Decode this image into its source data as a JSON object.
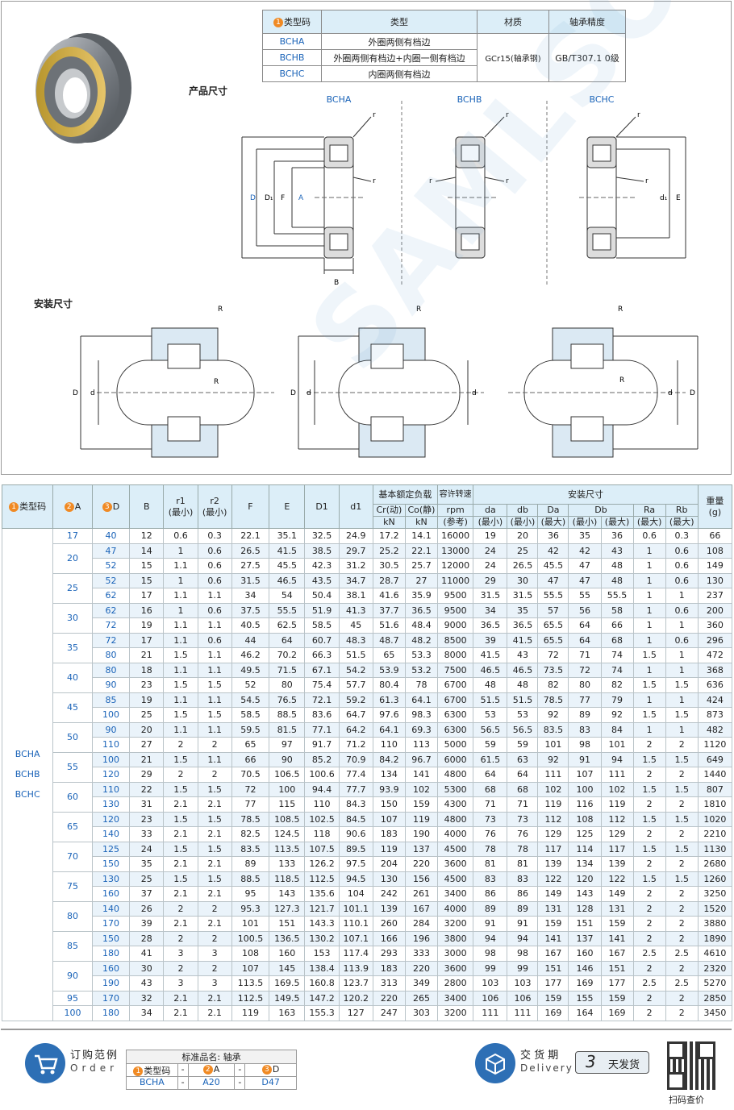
{
  "header_table": {
    "headers": [
      "类型码",
      "类型",
      "材质",
      "轴承精度"
    ],
    "badge": "1",
    "rows": [
      {
        "code": "BCHA",
        "type": "外圈两侧有档边"
      },
      {
        "code": "BCHB",
        "type": "外圈两侧有档边+内圈一侧有档边"
      },
      {
        "code": "BCHC",
        "type": "内圈两侧有档边"
      }
    ],
    "material": "GCr15(轴承钢)",
    "precision": "GB/T307.1 0级"
  },
  "sections": {
    "product_size": "产品尺寸",
    "install_size": "安装尺寸"
  },
  "diagram_labels": {
    "bcha": "BCHA",
    "bchb": "BCHB",
    "bchc": "BCHC"
  },
  "watermark": "SAMLSO",
  "table": {
    "h_type": "类型码",
    "h_A": "A",
    "h_D": "D",
    "h_B": "B",
    "h_r1": "r1",
    "h_r1_sub": "(最小)",
    "h_r2": "r2",
    "h_r2_sub": "(最小)",
    "h_F": "F",
    "h_E": "E",
    "h_D1": "D1",
    "h_d1": "d1",
    "h_load": "基本额定负载",
    "h_cr": "Cr(动)",
    "h_co": "Co(静)",
    "h_kn": "kN",
    "h_speed": "容许转速",
    "h_rpm": "rpm",
    "h_ref": "(参考)",
    "h_install": "安装尺寸",
    "h_da": "da",
    "h_db": "db",
    "h_Da": "Da",
    "h_Db": "Db",
    "h_Ra": "Ra",
    "h_Rb": "Rb",
    "h_min": "(最小)",
    "h_max": "(最大)",
    "h_weight": "重量",
    "h_g": "(g)",
    "type_codes": [
      "BCHA",
      "BCHB",
      "BCHC"
    ],
    "groups": [
      {
        "A": "17",
        "rows": [
          [
            "40",
            "12",
            "0.6",
            "0.3",
            "22.1",
            "35.1",
            "32.5",
            "24.9",
            "17.2",
            "14.1",
            "16000",
            "19",
            "20",
            "36",
            "35",
            "36",
            "0.6",
            "0.3",
            "66"
          ]
        ]
      },
      {
        "A": "20",
        "rows": [
          [
            "47",
            "14",
            "1",
            "0.6",
            "26.5",
            "41.5",
            "38.5",
            "29.7",
            "25.2",
            "22.1",
            "13000",
            "24",
            "25",
            "42",
            "42",
            "43",
            "1",
            "0.6",
            "108"
          ],
          [
            "52",
            "15",
            "1.1",
            "0.6",
            "27.5",
            "45.5",
            "42.3",
            "31.2",
            "30.5",
            "25.7",
            "12000",
            "24",
            "26.5",
            "45.5",
            "47",
            "48",
            "1",
            "0.6",
            "149"
          ]
        ]
      },
      {
        "A": "25",
        "rows": [
          [
            "52",
            "15",
            "1",
            "0.6",
            "31.5",
            "46.5",
            "43.5",
            "34.7",
            "28.7",
            "27",
            "11000",
            "29",
            "30",
            "47",
            "47",
            "48",
            "1",
            "0.6",
            "130"
          ],
          [
            "62",
            "17",
            "1.1",
            "1.1",
            "34",
            "54",
            "50.4",
            "38.1",
            "41.6",
            "35.9",
            "9500",
            "31.5",
            "31.5",
            "55.5",
            "55",
            "55.5",
            "1",
            "1",
            "237"
          ]
        ]
      },
      {
        "A": "30",
        "rows": [
          [
            "62",
            "16",
            "1",
            "0.6",
            "37.5",
            "55.5",
            "51.9",
            "41.3",
            "37.7",
            "36.5",
            "9500",
            "34",
            "35",
            "57",
            "56",
            "58",
            "1",
            "0.6",
            "200"
          ],
          [
            "72",
            "19",
            "1.1",
            "1.1",
            "40.5",
            "62.5",
            "58.5",
            "45",
            "51.6",
            "48.4",
            "9000",
            "36.5",
            "36.5",
            "65.5",
            "64",
            "66",
            "1",
            "1",
            "360"
          ]
        ]
      },
      {
        "A": "35",
        "rows": [
          [
            "72",
            "17",
            "1.1",
            "0.6",
            "44",
            "64",
            "60.7",
            "48.3",
            "48.7",
            "48.2",
            "8500",
            "39",
            "41.5",
            "65.5",
            "64",
            "68",
            "1",
            "0.6",
            "296"
          ],
          [
            "80",
            "21",
            "1.5",
            "1.1",
            "46.2",
            "70.2",
            "66.3",
            "51.5",
            "65",
            "53.3",
            "8000",
            "41.5",
            "43",
            "72",
            "71",
            "74",
            "1.5",
            "1",
            "472"
          ]
        ]
      },
      {
        "A": "40",
        "rows": [
          [
            "80",
            "18",
            "1.1",
            "1.1",
            "49.5",
            "71.5",
            "67.1",
            "54.2",
            "53.9",
            "53.2",
            "7500",
            "46.5",
            "46.5",
            "73.5",
            "72",
            "74",
            "1",
            "1",
            "368"
          ],
          [
            "90",
            "23",
            "1.5",
            "1.5",
            "52",
            "80",
            "75.4",
            "57.7",
            "80.4",
            "78",
            "6700",
            "48",
            "48",
            "82",
            "80",
            "82",
            "1.5",
            "1.5",
            "636"
          ]
        ]
      },
      {
        "A": "45",
        "rows": [
          [
            "85",
            "19",
            "1.1",
            "1.1",
            "54.5",
            "76.5",
            "72.1",
            "59.2",
            "61.3",
            "64.1",
            "6700",
            "51.5",
            "51.5",
            "78.5",
            "77",
            "79",
            "1",
            "1",
            "424"
          ],
          [
            "100",
            "25",
            "1.5",
            "1.5",
            "58.5",
            "88.5",
            "83.6",
            "64.7",
            "97.6",
            "98.3",
            "6300",
            "53",
            "53",
            "92",
            "89",
            "92",
            "1.5",
            "1.5",
            "873"
          ]
        ]
      },
      {
        "A": "50",
        "rows": [
          [
            "90",
            "20",
            "1.1",
            "1.1",
            "59.5",
            "81.5",
            "77.1",
            "64.2",
            "64.1",
            "69.3",
            "6300",
            "56.5",
            "56.5",
            "83.5",
            "83",
            "84",
            "1",
            "1",
            "482"
          ],
          [
            "110",
            "27",
            "2",
            "2",
            "65",
            "97",
            "91.7",
            "71.2",
            "110",
            "113",
            "5000",
            "59",
            "59",
            "101",
            "98",
            "101",
            "2",
            "2",
            "1120"
          ]
        ]
      },
      {
        "A": "55",
        "rows": [
          [
            "100",
            "21",
            "1.5",
            "1.1",
            "66",
            "90",
            "85.2",
            "70.9",
            "84.2",
            "96.7",
            "6000",
            "61.5",
            "63",
            "92",
            "91",
            "94",
            "1.5",
            "1.5",
            "649"
          ],
          [
            "120",
            "29",
            "2",
            "2",
            "70.5",
            "106.5",
            "100.6",
            "77.4",
            "134",
            "141",
            "4800",
            "64",
            "64",
            "111",
            "107",
            "111",
            "2",
            "2",
            "1440"
          ]
        ]
      },
      {
        "A": "60",
        "rows": [
          [
            "110",
            "22",
            "1.5",
            "1.5",
            "72",
            "100",
            "94.4",
            "77.7",
            "93.9",
            "102",
            "5300",
            "68",
            "68",
            "102",
            "100",
            "102",
            "1.5",
            "1.5",
            "807"
          ],
          [
            "130",
            "31",
            "2.1",
            "2.1",
            "77",
            "115",
            "110",
            "84.3",
            "150",
            "159",
            "4300",
            "71",
            "71",
            "119",
            "116",
            "119",
            "2",
            "2",
            "1810"
          ]
        ]
      },
      {
        "A": "65",
        "rows": [
          [
            "120",
            "23",
            "1.5",
            "1.5",
            "78.5",
            "108.5",
            "102.5",
            "84.5",
            "107",
            "119",
            "4800",
            "73",
            "73",
            "112",
            "108",
            "112",
            "1.5",
            "1.5",
            "1020"
          ],
          [
            "140",
            "33",
            "2.1",
            "2.1",
            "82.5",
            "124.5",
            "118",
            "90.6",
            "183",
            "190",
            "4000",
            "76",
            "76",
            "129",
            "125",
            "129",
            "2",
            "2",
            "2210"
          ]
        ]
      },
      {
        "A": "70",
        "rows": [
          [
            "125",
            "24",
            "1.5",
            "1.5",
            "83.5",
            "113.5",
            "107.5",
            "89.5",
            "119",
            "137",
            "4500",
            "78",
            "78",
            "117",
            "114",
            "117",
            "1.5",
            "1.5",
            "1130"
          ],
          [
            "150",
            "35",
            "2.1",
            "2.1",
            "89",
            "133",
            "126.2",
            "97.5",
            "204",
            "220",
            "3600",
            "81",
            "81",
            "139",
            "134",
            "139",
            "2",
            "2",
            "2680"
          ]
        ]
      },
      {
        "A": "75",
        "rows": [
          [
            "130",
            "25",
            "1.5",
            "1.5",
            "88.5",
            "118.5",
            "112.5",
            "94.5",
            "130",
            "156",
            "4500",
            "83",
            "83",
            "122",
            "120",
            "122",
            "1.5",
            "1.5",
            "1260"
          ],
          [
            "160",
            "37",
            "2.1",
            "2.1",
            "95",
            "143",
            "135.6",
            "104",
            "242",
            "261",
            "3400",
            "86",
            "86",
            "149",
            "143",
            "149",
            "2",
            "2",
            "3250"
          ]
        ]
      },
      {
        "A": "80",
        "rows": [
          [
            "140",
            "26",
            "2",
            "2",
            "95.3",
            "127.3",
            "121.7",
            "101.1",
            "139",
            "167",
            "4000",
            "89",
            "89",
            "131",
            "128",
            "131",
            "2",
            "2",
            "1520"
          ],
          [
            "170",
            "39",
            "2.1",
            "2.1",
            "101",
            "151",
            "143.3",
            "110.1",
            "260",
            "284",
            "3200",
            "91",
            "91",
            "159",
            "151",
            "159",
            "2",
            "2",
            "3880"
          ]
        ]
      },
      {
        "A": "85",
        "rows": [
          [
            "150",
            "28",
            "2",
            "2",
            "100.5",
            "136.5",
            "130.2",
            "107.1",
            "166",
            "196",
            "3800",
            "94",
            "94",
            "141",
            "137",
            "141",
            "2",
            "2",
            "1890"
          ],
          [
            "180",
            "41",
            "3",
            "3",
            "108",
            "160",
            "153",
            "117.4",
            "293",
            "333",
            "3000",
            "98",
            "98",
            "167",
            "160",
            "167",
            "2.5",
            "2.5",
            "4610"
          ]
        ]
      },
      {
        "A": "90",
        "rows": [
          [
            "160",
            "30",
            "2",
            "2",
            "107",
            "145",
            "138.4",
            "113.9",
            "183",
            "220",
            "3600",
            "99",
            "99",
            "151",
            "146",
            "151",
            "2",
            "2",
            "2320"
          ],
          [
            "190",
            "43",
            "3",
            "3",
            "113.5",
            "169.5",
            "160.8",
            "123.7",
            "313",
            "349",
            "2800",
            "103",
            "103",
            "177",
            "169",
            "177",
            "2.5",
            "2.5",
            "5270"
          ]
        ]
      },
      {
        "A": "95",
        "rows": [
          [
            "170",
            "32",
            "2.1",
            "2.1",
            "112.5",
            "149.5",
            "147.2",
            "120.2",
            "220",
            "265",
            "3400",
            "106",
            "106",
            "159",
            "155",
            "159",
            "2",
            "2",
            "2850"
          ]
        ]
      },
      {
        "A": "100",
        "rows": [
          [
            "180",
            "34",
            "2.1",
            "2.1",
            "119",
            "163",
            "155.3",
            "127",
            "247",
            "303",
            "3200",
            "111",
            "111",
            "169",
            "164",
            "169",
            "2",
            "2",
            "3450"
          ]
        ]
      }
    ]
  },
  "order": {
    "title": "订购范例",
    "subtitle": "Order",
    "std_name": "标准品名: 轴承",
    "labels": [
      "类型码",
      "A",
      "D"
    ],
    "dash": "-",
    "values": [
      "BCHA",
      "A20",
      "D47"
    ]
  },
  "delivery": {
    "title": "交 货 期",
    "subtitle": "Delivery",
    "days": "3",
    "text": "天发货"
  },
  "qr_label": "扫码查价"
}
